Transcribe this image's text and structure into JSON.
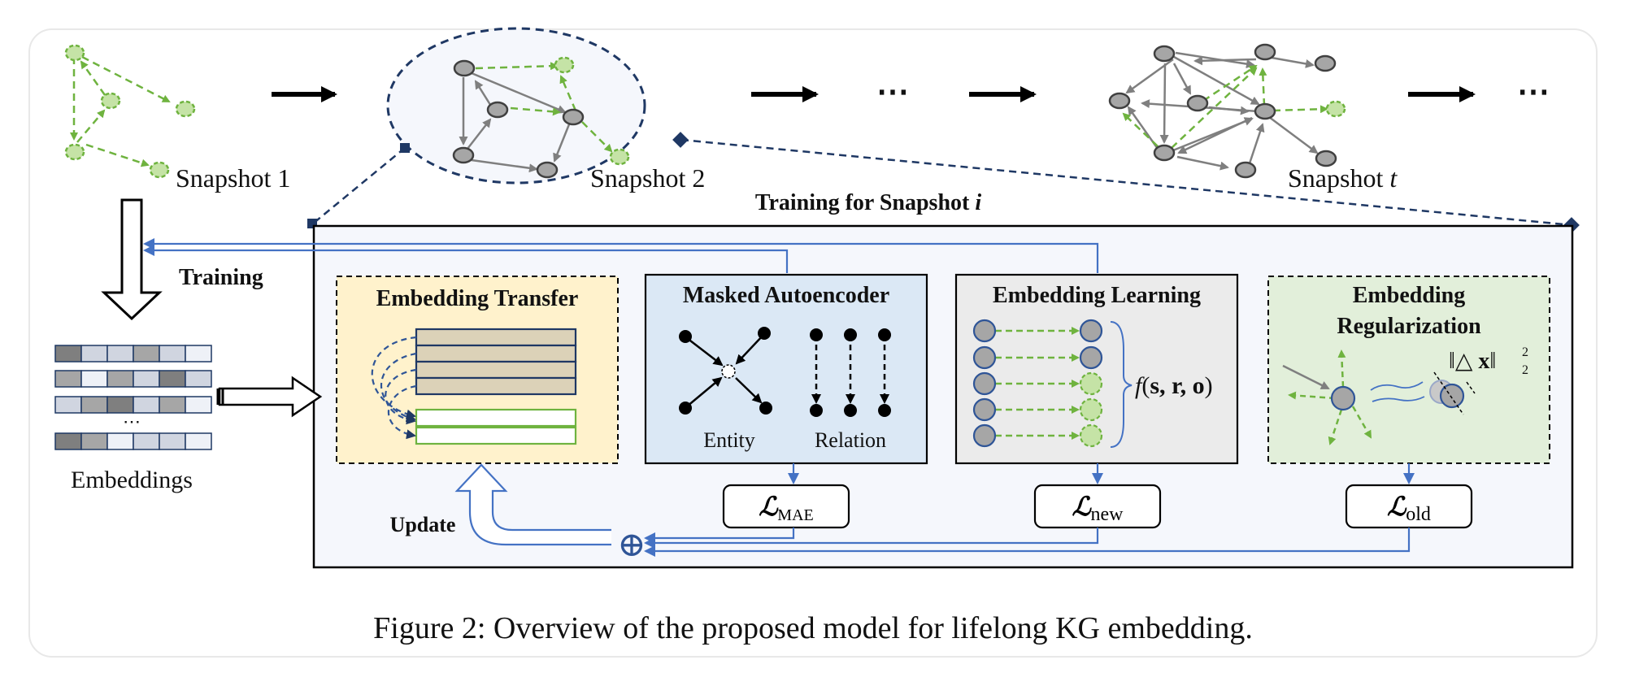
{
  "caption": "Figure 2: Overview of the proposed model for lifelong KG embedding.",
  "snapshots": {
    "s1": "Snapshot 1",
    "s2": "Snapshot 2",
    "st_prefix": "Snapshot ",
    "st_var": "t",
    "ellipsis1": "⋯",
    "ellipsis2": "⋯"
  },
  "left": {
    "training": "Training",
    "embeddings": "Embeddings",
    "ellipsis": "⋯",
    "update": "Update"
  },
  "training_box": {
    "title_prefix": "Training for Snapshot ",
    "title_var": "i"
  },
  "modules": {
    "transfer": {
      "title": "Embedding Transfer"
    },
    "mae": {
      "title": "Masked Autoencoder",
      "entity": "Entity",
      "relation": "Relation"
    },
    "learning": {
      "title": "Embedding Learning",
      "func_f": "f",
      "func_open": "(",
      "func_args": "s, r, o",
      "func_close": ")"
    },
    "regularization": {
      "title_line1": "Embedding",
      "title_line2": "Regularization",
      "norm_open": "‖△ ",
      "norm_var": "x",
      "norm_close": "‖",
      "norm_sup": "2",
      "norm_sub": "2"
    }
  },
  "losses": {
    "symbol": "ℒ",
    "mae_sub": "MAE",
    "new_sub": "new",
    "old_sub": "old",
    "plus": "⊕"
  },
  "colors": {
    "green": "#6fb33f",
    "green_fill": "#c5e3a6",
    "gray_node": "#a6a6a6",
    "blue_arrow": "#4472c4",
    "navy": "#1f3864",
    "transfer_bg": "#fff2cc",
    "mae_bg": "#dbe8f5",
    "learning_bg": "#ebebeb",
    "reg_bg": "#e2efda",
    "training_bg": "#f5f7fc"
  }
}
